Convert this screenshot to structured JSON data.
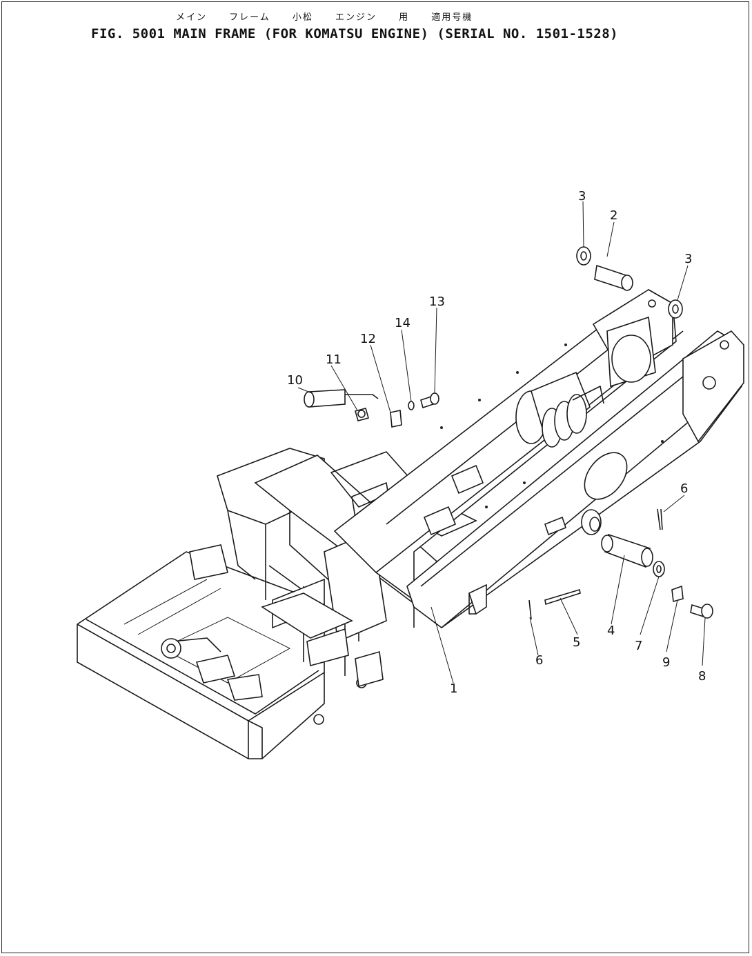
{
  "header": {
    "title_jp": "メイン フレーム 小松 エンジン 用 適用号機",
    "title_en": "FIG. 5001  MAIN FRAME (FOR KOMATSU ENGINE) (SERIAL NO. 1501-1528)"
  },
  "callouts": [
    {
      "id": "c1",
      "label": "1"
    },
    {
      "id": "c2",
      "label": "2"
    },
    {
      "id": "c3a",
      "label": "3"
    },
    {
      "id": "c3b",
      "label": "3"
    },
    {
      "id": "c4",
      "label": "4"
    },
    {
      "id": "c5",
      "label": "5"
    },
    {
      "id": "c6a",
      "label": "6"
    },
    {
      "id": "c6b",
      "label": "6"
    },
    {
      "id": "c7",
      "label": "7"
    },
    {
      "id": "c8",
      "label": "8"
    },
    {
      "id": "c9",
      "label": "9"
    },
    {
      "id": "c10",
      "label": "10"
    },
    {
      "id": "c11",
      "label": "11"
    },
    {
      "id": "c12",
      "label": "12"
    },
    {
      "id": "c13",
      "label": "13"
    },
    {
      "id": "c14",
      "label": "14"
    }
  ]
}
